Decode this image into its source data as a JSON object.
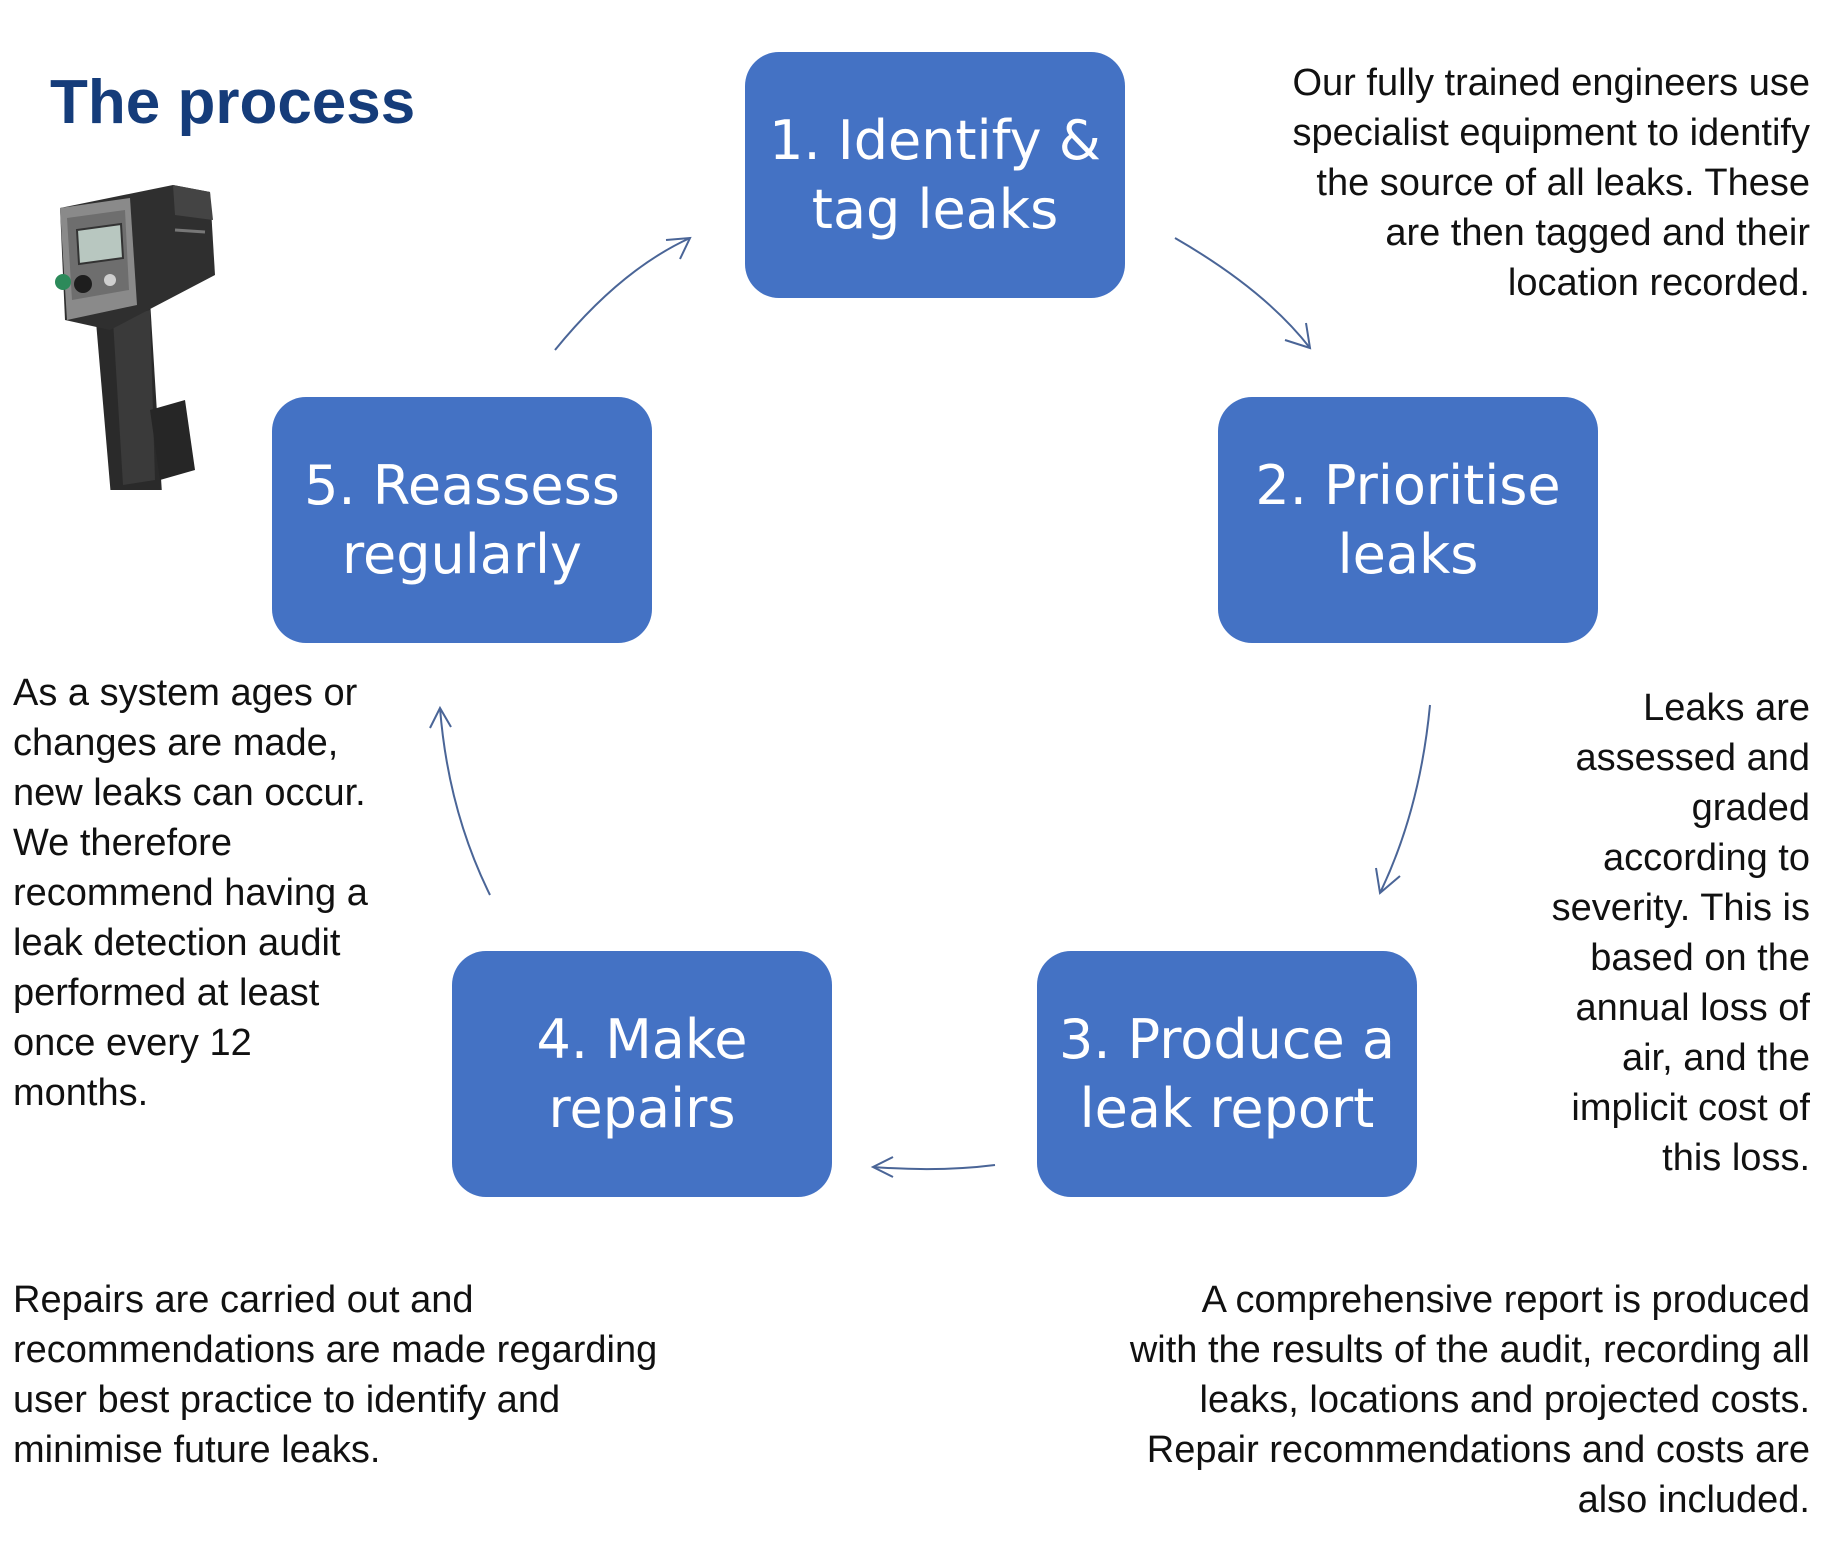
{
  "title": "The process",
  "steps": [
    {
      "id": "1",
      "lines": [
        "1. Identify &",
        "tag leaks"
      ]
    },
    {
      "id": "2",
      "lines": [
        "2. Prioritise",
        "leaks"
      ]
    },
    {
      "id": "3",
      "lines": [
        "3. Produce a",
        "leak report"
      ]
    },
    {
      "id": "4",
      "lines": [
        "4. Make",
        "repairs"
      ]
    },
    {
      "id": "5",
      "lines": [
        "5. Reassess",
        "regularly"
      ]
    }
  ],
  "descriptions": {
    "identify": [
      "Our fully trained engineers use",
      "specialist equipment to identify",
      "the source of all leaks. These",
      "are then tagged and their",
      "location recorded."
    ],
    "prioritise": [
      "Leaks are",
      "assessed and",
      "graded",
      "according to",
      "severity. This is",
      "based on the",
      "annual loss of",
      "air, and the",
      "implicit cost of",
      "this loss."
    ],
    "report": [
      "A comprehensive report is produced",
      "with the results of the audit, recording all",
      "leaks, locations and projected costs.",
      "Repair recommendations and costs are",
      "also included."
    ],
    "repairs": [
      "Repairs are carried out and",
      "recommendations are made regarding",
      "user best practice to identify and",
      "minimise future leaks."
    ],
    "reassess": [
      "As a system ages or",
      "changes are made,",
      "new leaks can occur.",
      "We therefore",
      "recommend having a",
      "leak detection audit",
      "performed at least",
      "once every 12",
      "months."
    ]
  },
  "colors": {
    "box_fill": "#4472c4",
    "title": "#153c7a",
    "arrow": "#4a6597"
  },
  "icons": {
    "device": "leak-detector-device-icon"
  }
}
